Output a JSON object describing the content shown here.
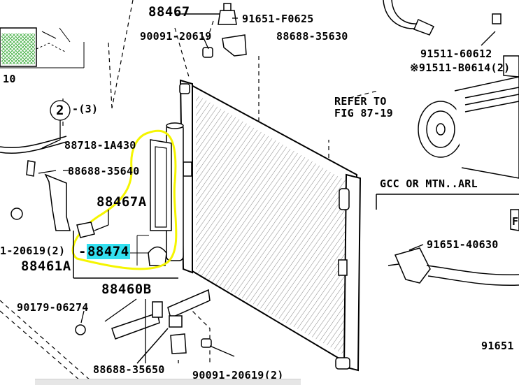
{
  "labels": {
    "p_88467": "88467",
    "p_91651_f0625": "91651-F0625",
    "p_90091_20619_top": "90091-20619",
    "p_88688_35630": "88688-35630",
    "p_91511_60612": "91511-60612",
    "p_91511_b0614": "※91511-B0614(2)",
    "refer_to": "REFER TO",
    "fig_87_19": "FIG 87-19",
    "p_10": "10",
    "circle_2": "2",
    "qty_3": "-(3)",
    "p_88718_1a430": "88718-1A430",
    "p_88688_35640": "88688-35640",
    "p_88467a": "88467A",
    "gcc_or_mtn": "GCC OR MTN..ARL",
    "p_f": "F",
    "p_91651_40630": "91651-40630",
    "p_20619_2": "1-20619(2)",
    "p_88474": "88474",
    "p_88461a": "88461A",
    "p_88460b": "88460B",
    "p_90179_06274": "90179-06274",
    "p_91651_right": "91651",
    "p_88688_35650": "88688-35650",
    "p_90091_20619_bottom": "90091-20619(2)"
  },
  "colors": {
    "highlight_label": "#33e0f0",
    "annotation_circle": "#f5f500",
    "hatch_green": "#3fae3f"
  },
  "highlighted_part": "88474"
}
